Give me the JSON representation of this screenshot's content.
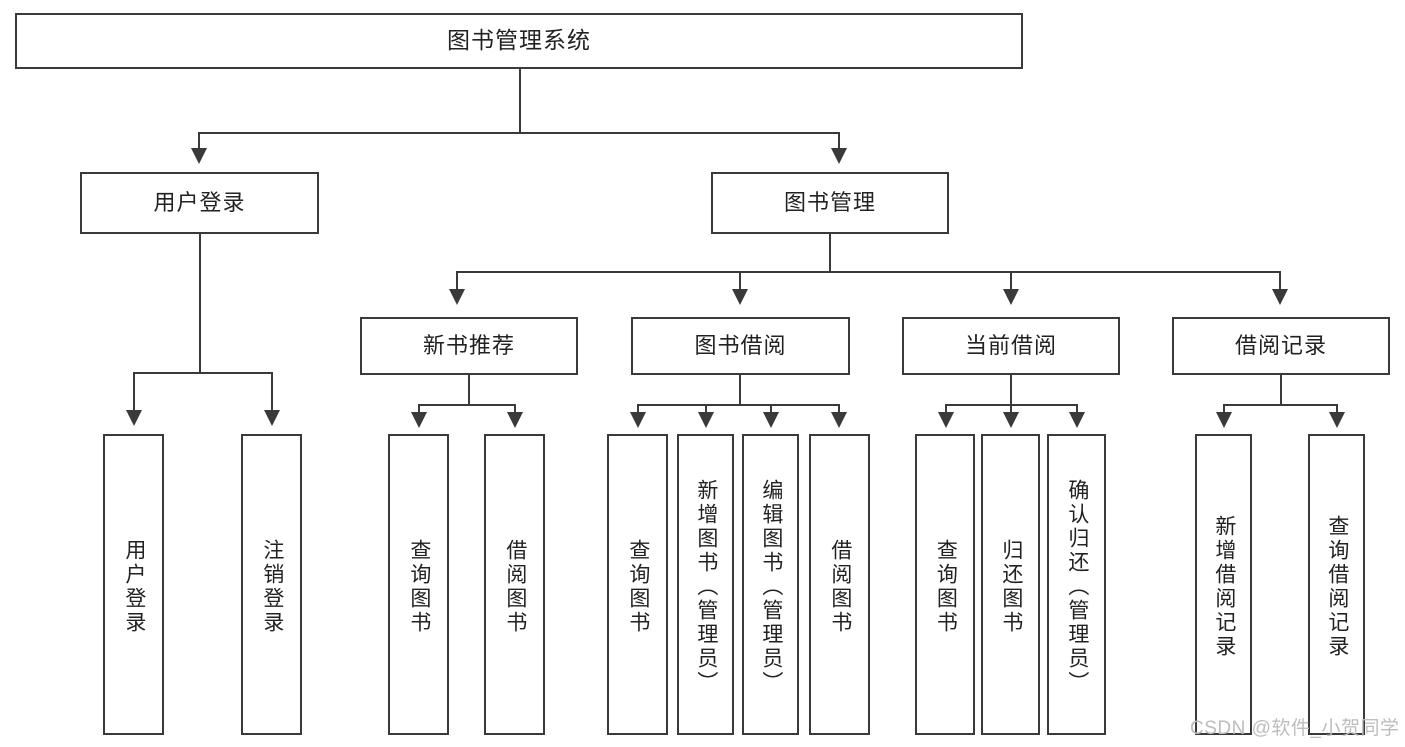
{
  "diagram": {
    "title": "图书管理系统",
    "type": "functional-structure-tree",
    "watermark": "CSDN @软件_小贺同学",
    "colors": {
      "stroke": "#3a3a3a",
      "fill": "#ffffff",
      "text": "#222222",
      "watermark": "#bdbdbd"
    }
  },
  "nodes": {
    "root": {
      "label": "图书管理系统"
    },
    "level1": [
      {
        "label": "用户登录"
      },
      {
        "label": "图书管理"
      }
    ],
    "level2": [
      {
        "label": "新书推荐"
      },
      {
        "label": "图书借阅"
      },
      {
        "label": "当前借阅"
      },
      {
        "label": "借阅记录"
      }
    ],
    "leaves": {
      "user_login": [
        {
          "label": "用户登录"
        },
        {
          "label": "注销登录"
        }
      ],
      "new_book": [
        {
          "label": "查询图书"
        },
        {
          "label": "借阅图书"
        }
      ],
      "book_borrow": [
        {
          "label": "查询图书"
        },
        {
          "label": "新增图书（管理员）"
        },
        {
          "label": "编辑图书（管理员）"
        },
        {
          "label": "借阅图书"
        }
      ],
      "current_borrow": [
        {
          "label": "查询图书"
        },
        {
          "label": "归还图书"
        },
        {
          "label": "确认归还（管理员）"
        }
      ],
      "borrow_record": [
        {
          "label": "新增借阅记录"
        },
        {
          "label": "查询借阅记录"
        }
      ]
    }
  }
}
